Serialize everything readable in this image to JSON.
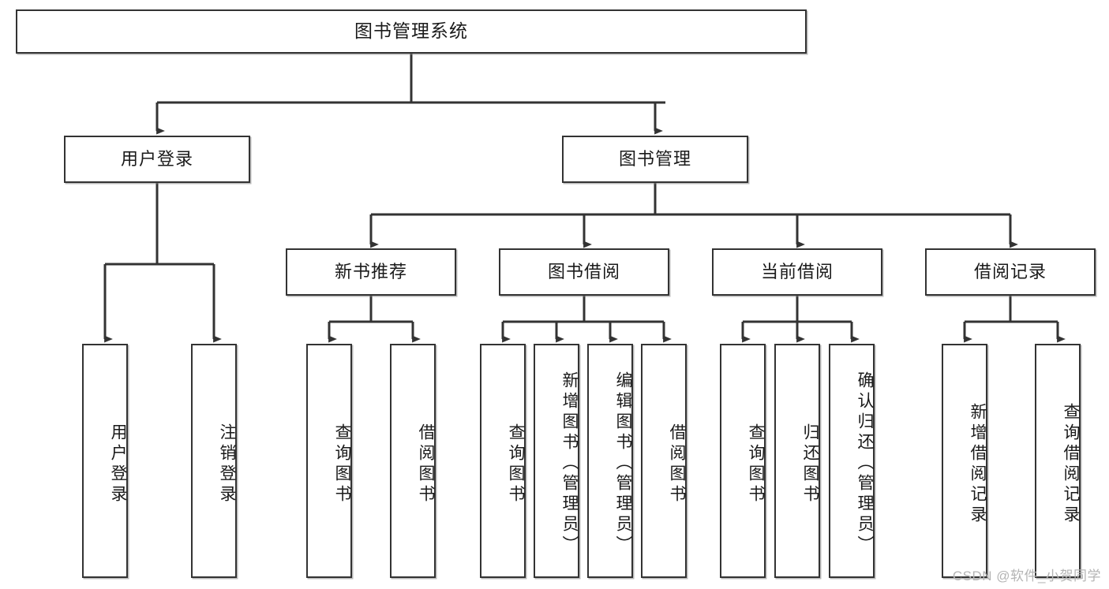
{
  "diagram": {
    "type": "tree",
    "title": "图书管理系统",
    "watermark": "CSDN @软件_小贺同学",
    "colors": {
      "box_border": "#333333",
      "box_fill": "#ffffff",
      "connector": "#333333",
      "text": "#1a1a1a",
      "watermark": "#b4b4b4"
    },
    "nodes": {
      "root": {
        "label": "图书管理系统"
      },
      "level2": [
        {
          "label": "用户登录"
        },
        {
          "label": "图书管理"
        }
      ],
      "level3": [
        {
          "label": "新书推荐"
        },
        {
          "label": "图书借阅"
        },
        {
          "label": "当前借阅"
        },
        {
          "label": "借阅记录"
        }
      ],
      "leaves": {
        "user_login": [
          {
            "label": "用户登录"
          },
          {
            "label": "注销登录"
          }
        ],
        "new_book": [
          {
            "label": "查询图书"
          },
          {
            "label": "借阅图书"
          }
        ],
        "book_borrow": [
          {
            "label": "查询图书"
          },
          {
            "label": "新增图书（管理员）"
          },
          {
            "label": "编辑图书（管理员）"
          },
          {
            "label": "借阅图书"
          }
        ],
        "current_borrow": [
          {
            "label": "查询图书"
          },
          {
            "label": "归还图书"
          },
          {
            "label": "确认归还（管理员）"
          }
        ],
        "borrow_record": [
          {
            "label": "新增借阅记录"
          },
          {
            "label": "查询借阅记录"
          }
        ]
      }
    }
  }
}
